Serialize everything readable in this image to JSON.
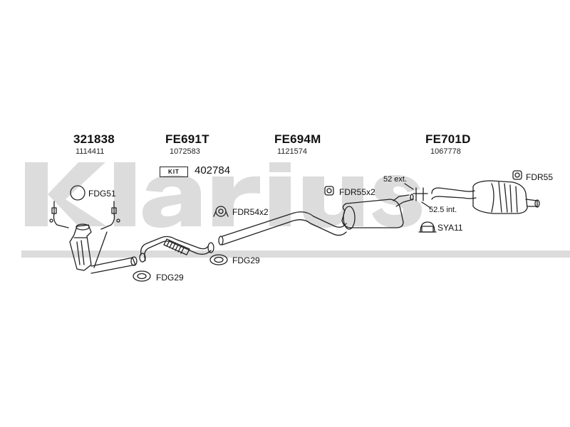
{
  "watermark": {
    "brand": "Klarius",
    "color": "#d9d9d9"
  },
  "parts": [
    {
      "code": "321838",
      "number": "1114411"
    },
    {
      "code": "FE691T",
      "number": "1072583"
    },
    {
      "code": "FE694M",
      "number": "1121574"
    },
    {
      "code": "FE701D",
      "number": "1067778"
    }
  ],
  "kit": {
    "label": "KIT",
    "number": "402784"
  },
  "callouts": {
    "fdg51": "FDG51",
    "fdr54": "FDR54x2",
    "fdr55x2": "FDR55x2",
    "fdr55": "FDR55",
    "sya11": "SYA11",
    "fdg29_a": "FDG29",
    "fdg29_b": "FDG29",
    "ext": "52 ext.",
    "int": "52.5 int."
  },
  "colors": {
    "line": "#222222",
    "watermark": "#d9d9d9"
  }
}
